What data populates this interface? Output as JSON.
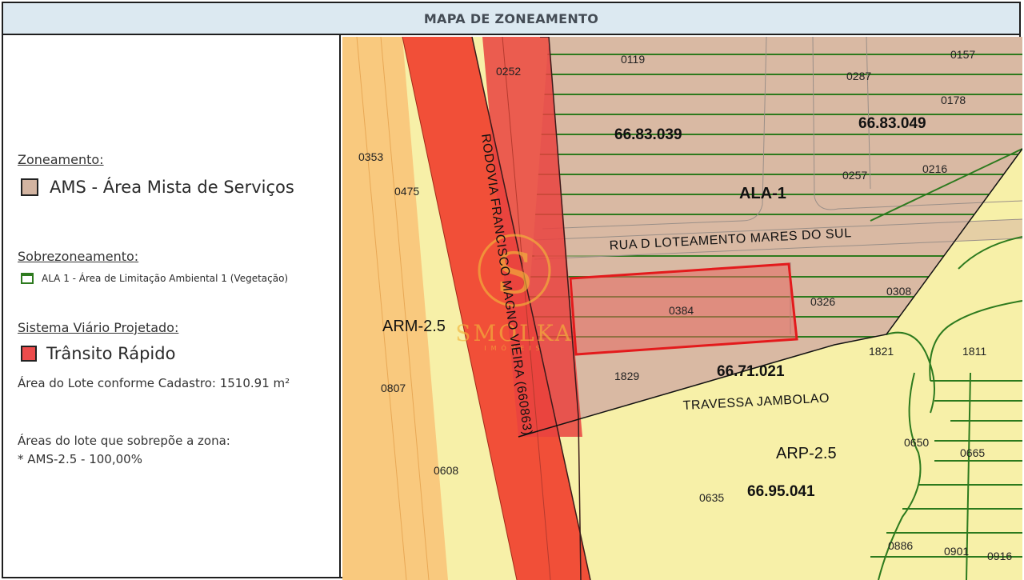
{
  "header": {
    "title": "MAPA DE ZONEAMENTO"
  },
  "legend": {
    "zoneamento": {
      "title": "Zoneamento",
      "item": "AMS - Área Mista de Serviços",
      "color": "#d3b4a1"
    },
    "sobrezoneamento": {
      "title": "Sobrezoneamento",
      "item": "ALA 1 - Área de Limitação Ambiental 1 (Vegetação)",
      "color": "#2d7a1e"
    },
    "sistema_viario": {
      "title": "Sistema Viário Projetado",
      "item": "Trânsito Rápido",
      "color": "#ec4b4b"
    },
    "area_lote": "Área do Lote conforme Cadastro: 1510.91 m²",
    "sobreposicao_title": "Áreas do lote que sobrepõe a zona:",
    "sobreposicao_item": "* AMS-2.5 - 100,00%"
  },
  "map": {
    "road_name": "RODOVIA FRANCISCO MAGNO VIEIRA (660863)",
    "streets": [
      "RUA D LOTEAMENTO MARES DO SUL",
      "TRAVESSA JAMBOLAO"
    ],
    "blocks": [
      "66.83.039",
      "66.83.049",
      "66.71.021",
      "66.95.041"
    ],
    "zones": [
      "ALA-1",
      "ARM-2.5",
      "ARP-2.5"
    ],
    "lots": [
      "0119",
      "0157",
      "0252",
      "0287",
      "0178",
      "0353",
      "0475",
      "0257",
      "0216",
      "0326",
      "0308",
      "0384",
      "1821",
      "1811",
      "1829",
      "0807",
      "0650",
      "0665",
      "0608",
      "0635",
      "0886",
      "0901",
      "0916"
    ],
    "watermark": {
      "letter": "S",
      "name": "SMOLKA",
      "sub": "IMÓVEIS"
    },
    "colors": {
      "arm": "#f9c97e",
      "road": "#f14f38",
      "ams": "#d9b9a3",
      "arp": "#f7f0a8",
      "ala_lines": "#2d7a1e",
      "lot_outline": "#e31a1c"
    }
  }
}
